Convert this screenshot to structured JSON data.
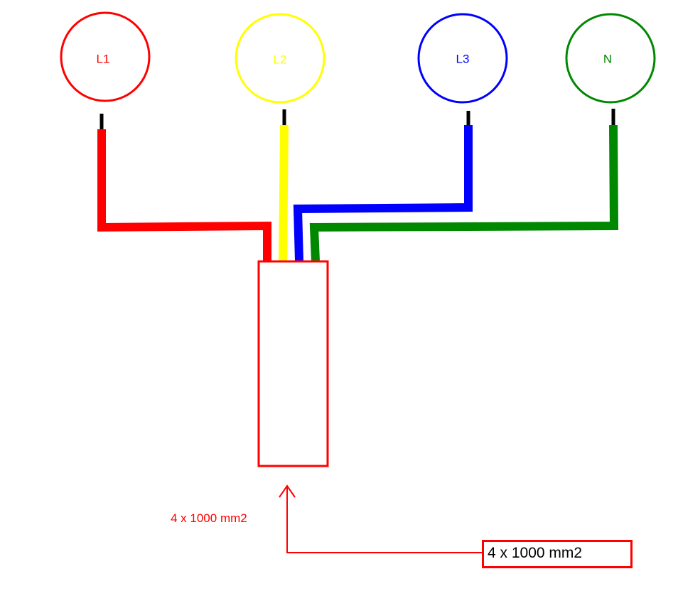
{
  "terminals": [
    {
      "id": "l1",
      "label": "L1",
      "color": "#ff0000"
    },
    {
      "id": "l2",
      "label": "L2",
      "color": "#ffff00"
    },
    {
      "id": "l3",
      "label": "L3",
      "color": "#0000ff"
    },
    {
      "id": "n",
      "label": "N",
      "color": "#008800"
    }
  ],
  "stub_color": "#000000",
  "cable_box_color": "#ff0000",
  "cable": {
    "note": "4 x 1000 mm2",
    "box_label": "4 x 1000 mm2",
    "note_color": "#ff0000",
    "arrow_color": "#ff0000"
  }
}
